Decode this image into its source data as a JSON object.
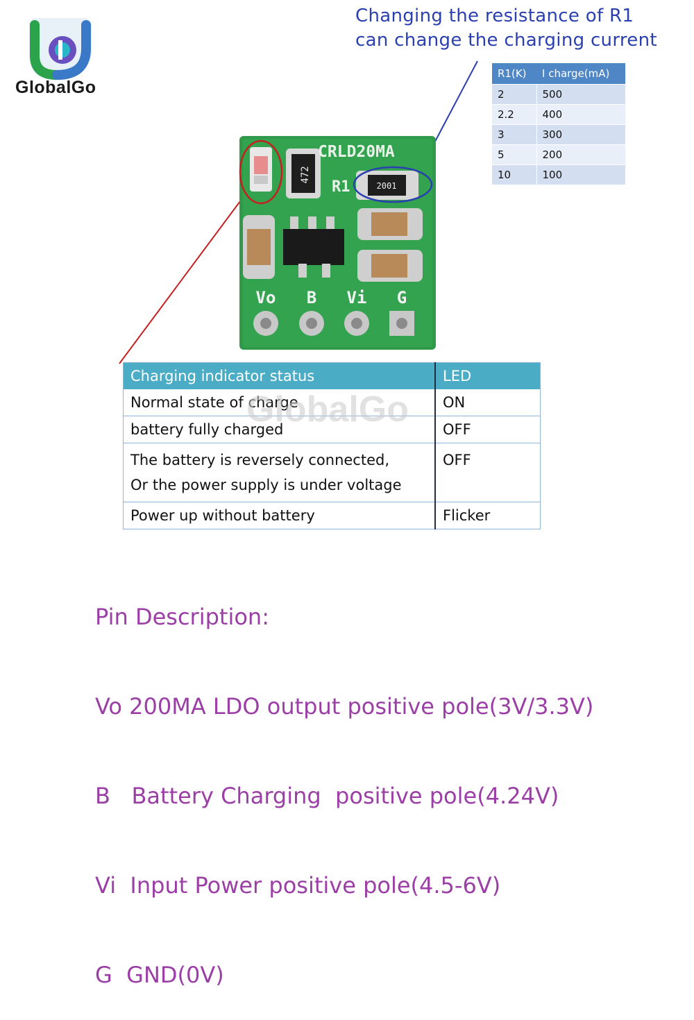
{
  "brand": {
    "name": "GlobalGo",
    "watermark": "GlobalGo",
    "colors": {
      "logo_blue": "#3a78c8",
      "logo_green": "#2aa34a",
      "logo_teal": "#2ab7c9",
      "logo_purple": "#6a4fc0"
    }
  },
  "callout": {
    "line1": "Changing the resistance of R1",
    "line2": "can change the charging current",
    "color": "#2a3fb0"
  },
  "r1_table": {
    "headers": [
      "R1(K)",
      "I charge(mA)"
    ],
    "rows": [
      [
        "2",
        "500"
      ],
      [
        "2.2",
        "400"
      ],
      [
        "3",
        "300"
      ],
      [
        "5",
        "200"
      ],
      [
        "10",
        "100"
      ]
    ]
  },
  "board": {
    "model": "CRLD20MA",
    "r1_label": "R1",
    "resistor_top": "472",
    "resistor_r1": "2001",
    "pins": [
      "Vo",
      "B",
      "Vi",
      "G"
    ],
    "pcb_color": "#2f9a4a"
  },
  "led_table": {
    "headers": [
      "Charging indicator status",
      "LED"
    ],
    "rows": [
      {
        "status": [
          "Normal state of charge"
        ],
        "led": "ON"
      },
      {
        "status": [
          "battery fully charged"
        ],
        "led": "OFF"
      },
      {
        "status": [
          "The battery is reversely connected,",
          "Or the power supply is under voltage"
        ],
        "led": "OFF"
      },
      {
        "status": [
          "Power up without battery"
        ],
        "led": "Flicker"
      }
    ]
  },
  "pin_description": {
    "title": "Pin Description:",
    "lines": [
      "Vo 200MA LDO output positive pole(3V/3.3V)",
      "B   Battery Charging  positive pole(4.24V)",
      "Vi  Input Power positive pole(4.5-6V)",
      "G  GND(0V)"
    ],
    "color": "#9b3fa6"
  }
}
